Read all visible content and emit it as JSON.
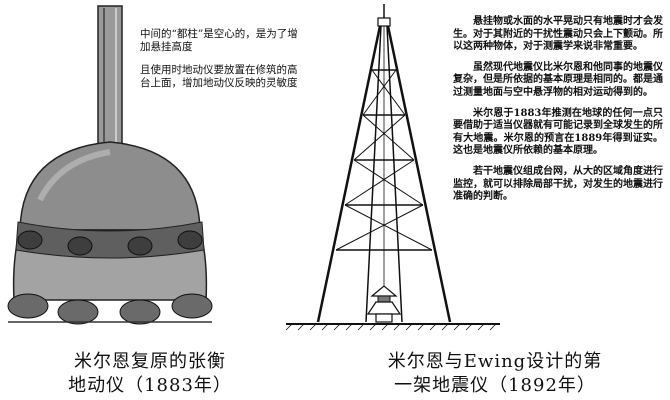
{
  "left_annotation": {
    "line1": "中间的“都柱”是空心的，是为了增加悬挂高度",
    "line2": "且使用时地动仪要放置在修筑的高台上面，增加地动仪反映的灵敏度"
  },
  "right_text": {
    "p1": "悬挂物或水面的水平晃动只有地震时才会发生。对于其附近的干扰性震动只会上下颤动。所以这两种物体，对于测震学来说非常重要。",
    "p2": "虽然现代地震仪比米尔恩和他同事的地震仪复杂，但是所依据的基本原理是相同的。都是通过测量地面与空中悬浮物的相对运动得到的。",
    "p3": "米尔恩于1883年推测在地球的任何一点只要借助于适当仪器就有可能记录到全球发生的所有大地震。米尔恩的预言在1889年得到证实。这也是地震仪所依赖的基本原理。",
    "p4": "若干地震仪组成台网，从大的区域角度进行监控，就可以排除局部干扰，对发生的地震进行准确的判断。"
  },
  "captions": {
    "left_line1": "米尔恩复原的张衡",
    "left_line2": "地动仪（1883年）",
    "right_line1": "米尔恩与Ewing设计的第",
    "right_line2": "一架地震仪（1892年）"
  },
  "colors": {
    "ink": "#111111",
    "paper": "#ffffff",
    "shade": "#7a7a7a"
  }
}
